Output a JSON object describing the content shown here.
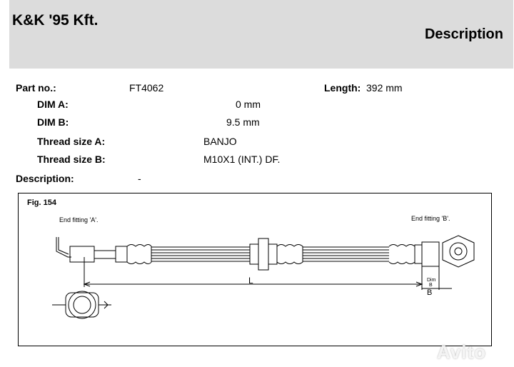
{
  "header": {
    "company": "K&K '95 Kft.",
    "section_title": "Description"
  },
  "specs": {
    "part_no": {
      "label": "Part no.:",
      "value": "FT4062"
    },
    "length": {
      "label": "Length:",
      "value": "392 mm"
    },
    "dim_a": {
      "label": "DIM A:",
      "value": "0 mm"
    },
    "dim_b": {
      "label": "DIM B:",
      "value": "9.5 mm"
    },
    "thread_a": {
      "label": "Thread size A:",
      "value": "BANJO"
    },
    "thread_b": {
      "label": "Thread size B:",
      "value": "M10X1 (INT.) DF."
    },
    "description": {
      "label": "Description:",
      "value": "-"
    }
  },
  "figure": {
    "label": "Fig. 154",
    "end_fitting_a": "End fitting 'A'.",
    "end_fitting_b": "End fitting 'B'.",
    "length_marker": "L",
    "dim_marker": "Dim",
    "dim_sub": "B",
    "b_marker": "B"
  },
  "watermark": "Avito",
  "colors": {
    "header_band": "#dcdcdc",
    "line": "#000000"
  }
}
